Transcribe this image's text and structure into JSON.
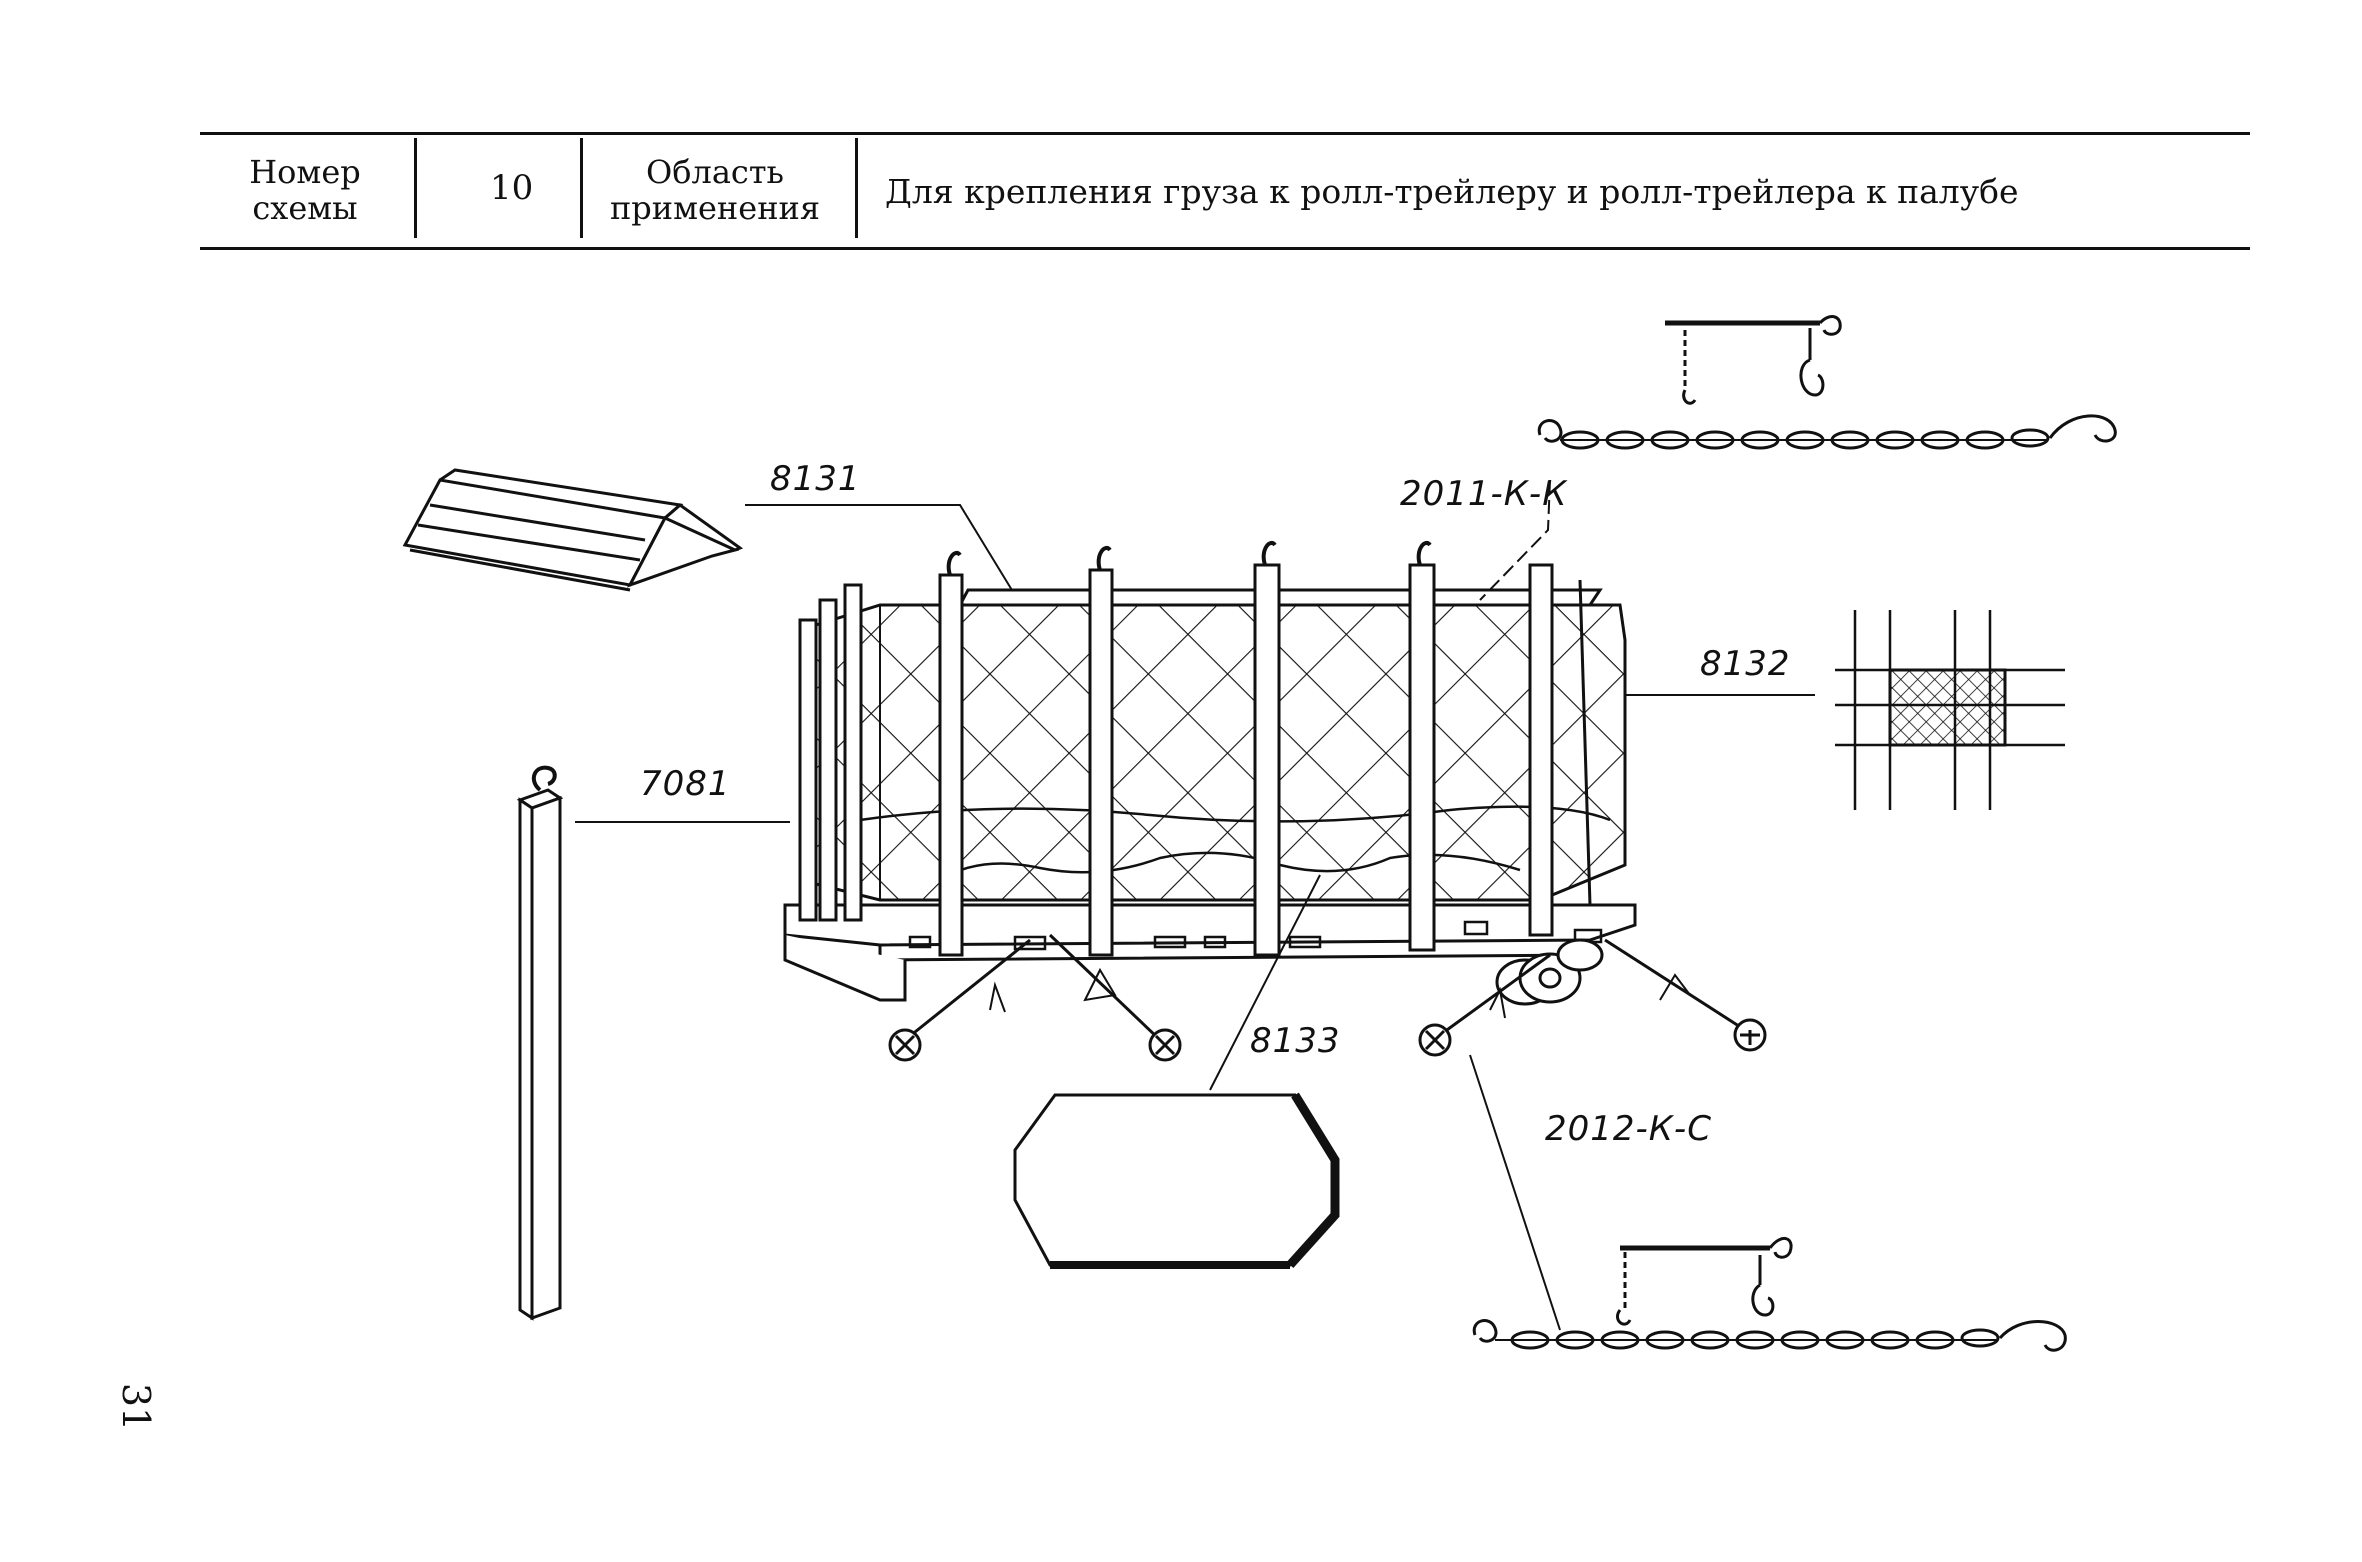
{
  "header": {
    "scheme_label": "Номер схемы",
    "scheme_label_line1": "Номер",
    "scheme_label_line2": "схемы",
    "scheme_number": "10",
    "area_label_line1": "Область",
    "area_label_line2": "применения",
    "description": "Для крепления груза к ролл-трейлеру и ролл-трейлера к палубе"
  },
  "callouts": {
    "c8131": "8131",
    "c2011": "2011-К-К",
    "c8132": "8132",
    "c7081": "7081",
    "c8133": "8133",
    "c2012": "2012-К-С"
  },
  "page_number": "31"
}
